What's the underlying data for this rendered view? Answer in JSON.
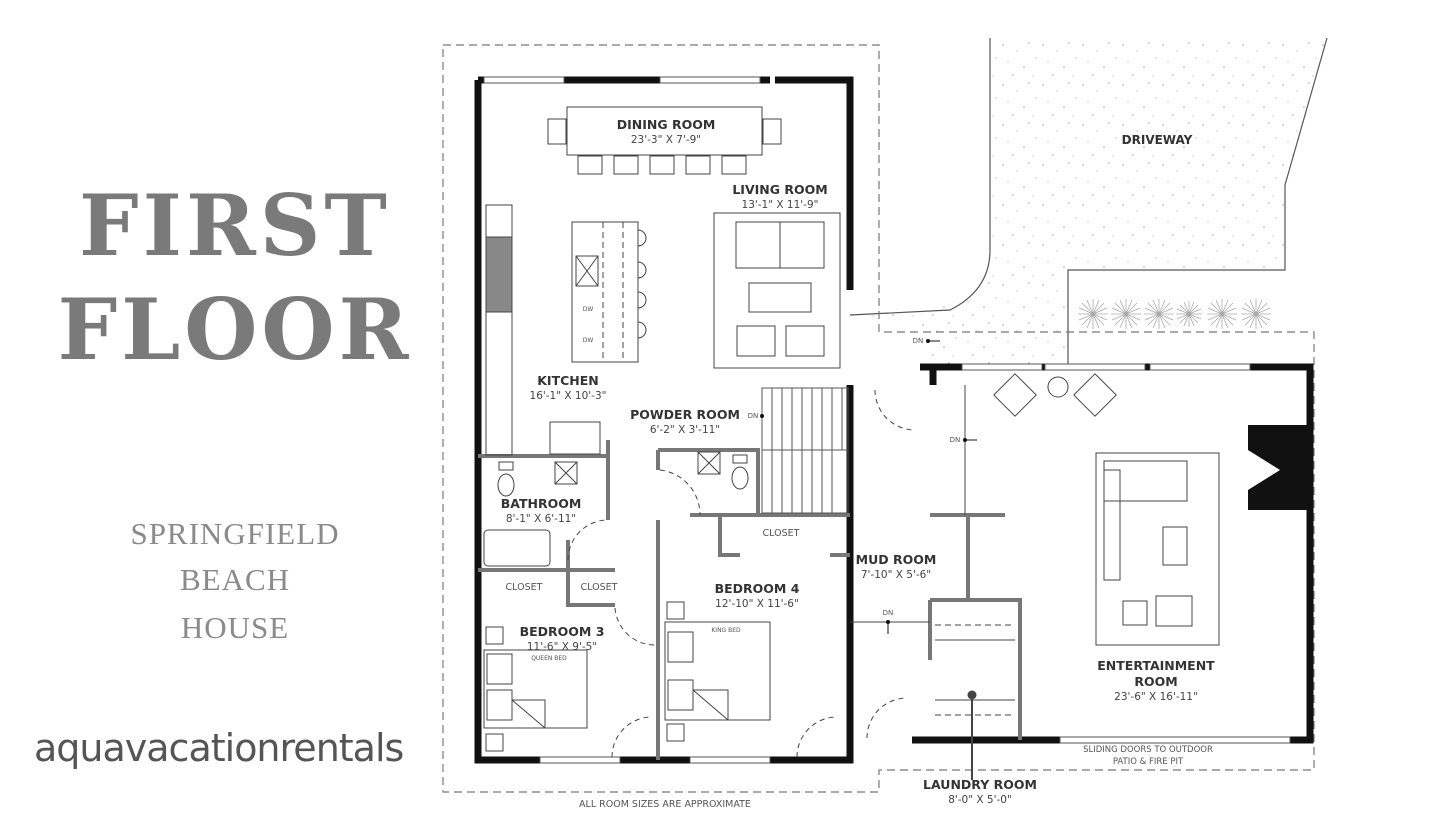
{
  "header": {
    "title_line1": "FIRST",
    "title_line2": "FLOOR",
    "property_line1": "SPRINGFIELD",
    "property_line2": "BEACH",
    "property_line3": "HOUSE",
    "brand": "aquavacationrentals"
  },
  "rooms": {
    "dining": {
      "name": "DINING ROOM",
      "size": "23'-3\" X 7'-9\""
    },
    "living": {
      "name": "LIVING ROOM",
      "size": "13'-1\" X 11'-9\""
    },
    "kitchen": {
      "name": "KITCHEN",
      "size": "16'-1\" X 10'-3\""
    },
    "powder": {
      "name": "POWDER ROOM",
      "size": "6'-2\" X 3'-11\""
    },
    "bathroom": {
      "name": "BATHROOM",
      "size": "8'-1\" X 6'-11\""
    },
    "bedroom3": {
      "name": "BEDROOM 3",
      "size": "11'-6\" X 9'-5\"",
      "bed": "QUEEN BED"
    },
    "bedroom4": {
      "name": "BEDROOM 4",
      "size": "12'-10\" X 11'-6\"",
      "bed": "KING BED"
    },
    "mud": {
      "name": "MUD ROOM",
      "size": "7'-10\" X 5'-6\""
    },
    "entertainment": {
      "name_line1": "ENTERTAINMENT",
      "name_line2": "ROOM",
      "size": "23'-6\" X 16'-11\""
    },
    "laundry": {
      "name": "LAUNDRY ROOM",
      "size": "8'-0\" X 5'-0\""
    }
  },
  "labels": {
    "driveway": "DRIVEWAY",
    "closet": "CLOSET",
    "dn": "DN",
    "dw": "DW",
    "sliding_line1": "SLIDING DOORS TO OUTDOOR",
    "sliding_line2": "PATIO & FIRE PIT",
    "disclaimer": "ALL ROOM SIZES ARE APPROXIMATE"
  },
  "colors": {
    "title_gray": "#7a7a7a",
    "wall_black": "#111111",
    "wall_gray": "#777777"
  }
}
